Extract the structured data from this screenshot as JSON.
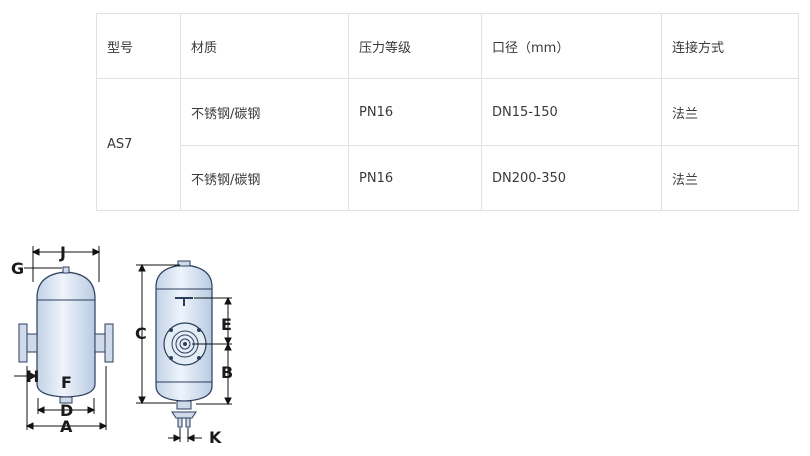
{
  "spec_table": {
    "headers": [
      "型号",
      "材质",
      "压力等级",
      "口径（mm）",
      "连接方式"
    ],
    "model": "AS7",
    "rows": [
      {
        "material": "不锈钢/碳钢",
        "pressure": "PN16",
        "bore": "DN15-150",
        "connection": "法兰"
      },
      {
        "material": "不锈钢/碳钢",
        "pressure": "PN16",
        "bore": "DN200-350",
        "connection": "法兰"
      }
    ]
  },
  "drawing": {
    "front_labels": {
      "g": "G",
      "j": "J",
      "h": "H",
      "f": "F",
      "d": "D",
      "a": "A"
    },
    "side_labels": {
      "c": "C",
      "e": "E",
      "b": "B",
      "k": "K"
    },
    "colors": {
      "vessel_fill": "#dde7f3",
      "vessel_stroke": "#2b3d5c",
      "line": "#111111"
    }
  }
}
